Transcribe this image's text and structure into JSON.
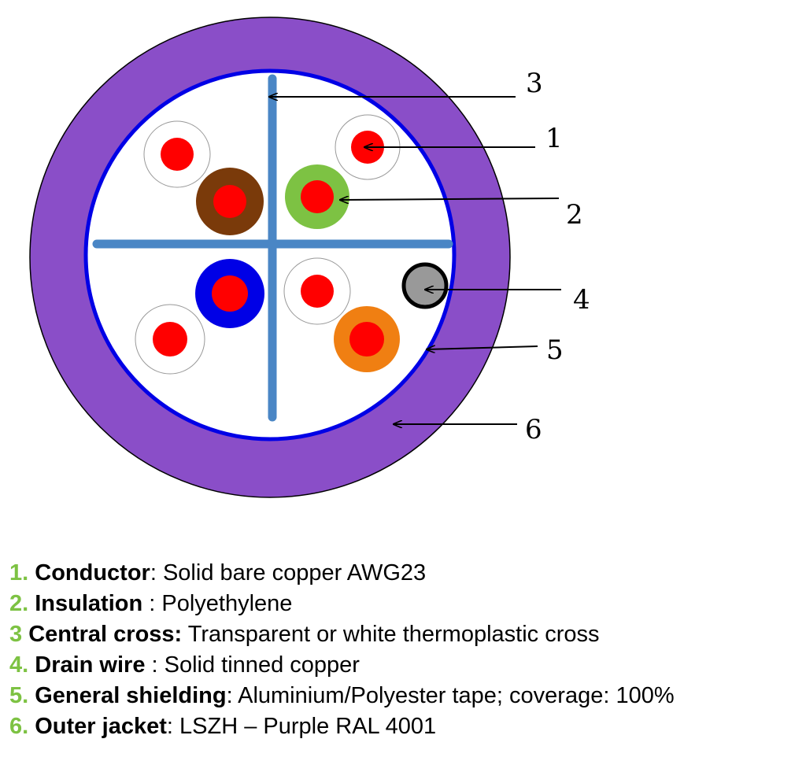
{
  "colors": {
    "jacket": "#8a4ec8",
    "shield": "#0000e6",
    "cross": "#4a86c5",
    "conductor": "#ff0000",
    "insulation_white": "#ffffff",
    "insulation_brown": "#7a3a0a",
    "insulation_green": "#7dc243",
    "insulation_blue": "#0000e6",
    "insulation_orange": "#f07f12",
    "drain_wire": "#999999",
    "legend_number": "#7dc243"
  },
  "callouts": [
    {
      "id": "3",
      "label": "3"
    },
    {
      "id": "1",
      "label": "1"
    },
    {
      "id": "2",
      "label": "2"
    },
    {
      "id": "4",
      "label": "4"
    },
    {
      "id": "5",
      "label": "5"
    },
    {
      "id": "6",
      "label": "6"
    }
  ],
  "legend": [
    {
      "num": "1.",
      "term": "Conductor",
      "desc": ": Solid bare copper AWG23"
    },
    {
      "num": "2.",
      "term": "Insulation",
      "desc": " : Polyethylene"
    },
    {
      "num": "3",
      "term": "Central cross:",
      "desc": " Transparent or white thermoplastic cross"
    },
    {
      "num": "4.",
      "term": "Drain wire",
      "desc": " : Solid tinned copper"
    },
    {
      "num": "5.",
      "term": "General shielding",
      "desc": ": Aluminium/Polyester tape; coverage: 100%"
    },
    {
      "num": "6.",
      "term": "Outer jacket",
      "desc": ": LSZH – Purple RAL 4001"
    }
  ]
}
